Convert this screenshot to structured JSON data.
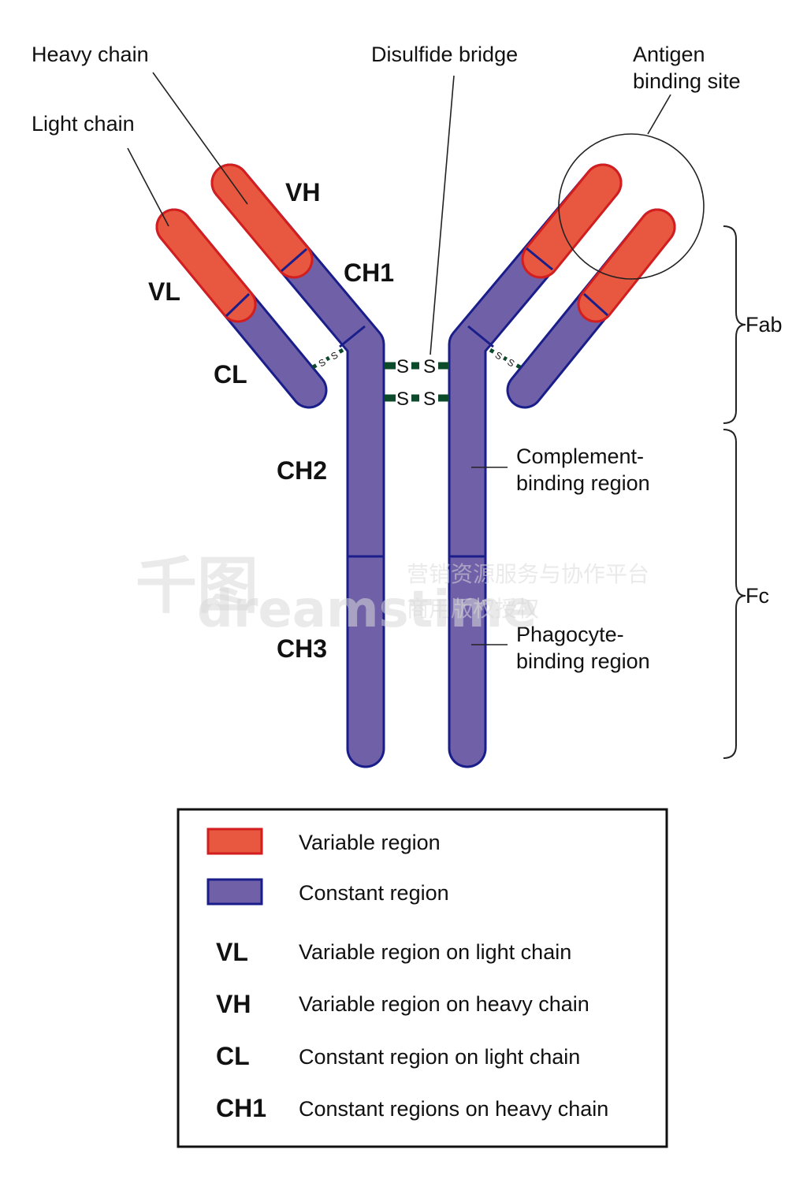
{
  "labels": {
    "heavy_chain": "Heavy chain",
    "light_chain": "Light chain",
    "disulfide_bridge": "Disulfide bridge",
    "antigen_line1": "Antigen",
    "antigen_line2": "binding site",
    "vh": "VH",
    "vl": "VL",
    "ch1": "CH1",
    "cl": "CL",
    "ch2": "CH2",
    "ch3": "CH3",
    "fab": "Fab",
    "fc": "Fc",
    "complement_line1": "Complement-",
    "complement_line2": "binding region",
    "phagocyte_line1": "Phagocyte-",
    "phagocyte_line2": "binding region",
    "s": "S"
  },
  "legend": {
    "items": [
      {
        "kind": "swatch",
        "color": "#e8573f",
        "stroke": "#d21e1e",
        "text": "Variable region"
      },
      {
        "kind": "swatch",
        "color": "#7060a8",
        "stroke": "#1a1e8a",
        "text": "Constant region"
      },
      {
        "kind": "abbr",
        "abbr": "VL",
        "text": "Variable region on light chain"
      },
      {
        "kind": "abbr",
        "abbr": "VH",
        "text": "Variable region on heavy chain"
      },
      {
        "kind": "abbr",
        "abbr": "CL",
        "text": "Constant region on light chain"
      },
      {
        "kind": "abbr",
        "abbr": "CH1",
        "text": "Constant regions on heavy chain"
      }
    ]
  },
  "colors": {
    "variable_fill": "#e8573f",
    "variable_stroke": "#d21e1e",
    "constant_fill": "#7060a8",
    "constant_stroke": "#1a1e8a",
    "bond": "#0b4a2a"
  },
  "watermark": {
    "cn_line1": "营销资源服务与协作平台",
    "cn_line2": "商用版权授权",
    "logo_cn": "千图",
    "logo_en": "dreamstime"
  }
}
